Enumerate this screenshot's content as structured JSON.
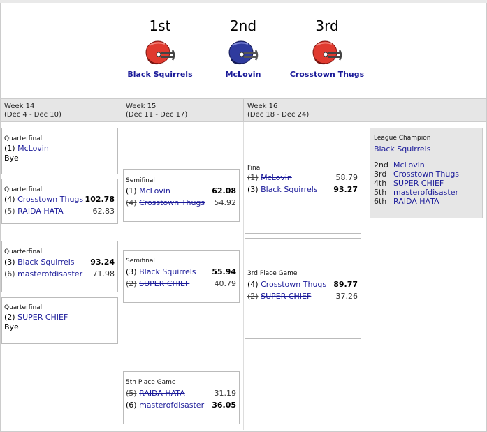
{
  "podium": [
    {
      "place": "1st",
      "team": "Black Squirrels",
      "helmet_color": "#e03a2f",
      "helmet_icon": "football-helmet-icon"
    },
    {
      "place": "2nd",
      "team": "McLovin",
      "helmet_color": "#2f3b9e",
      "helmet_icon": "football-helmet-icon"
    },
    {
      "place": "3rd",
      "team": "Crosstown Thugs",
      "helmet_color": "#e03a2f",
      "helmet_icon": "football-helmet-icon"
    }
  ],
  "weeks": [
    {
      "label": "Week 14",
      "dates": "(Dec 4 - Dec 10)"
    },
    {
      "label": "Week 15",
      "dates": "(Dec 11 - Dec 17)"
    },
    {
      "label": "Week 16",
      "dates": "(Dec 18 - Dec 24)"
    }
  ],
  "games": {
    "qf1": {
      "title": "Quarterfinal",
      "a_seed": "(1)",
      "a_team": "McLovin",
      "bye": "Bye"
    },
    "qf2": {
      "title": "Quarterfinal",
      "a_seed": "(4)",
      "a_team": "Crosstown Thugs",
      "a_score": "102.78",
      "b_seed": "(5)",
      "b_team": "RAIDA HATA",
      "b_score": "62.83"
    },
    "qf3": {
      "title": "Quarterfinal",
      "a_seed": "(3)",
      "a_team": "Black Squirrels",
      "a_score": "93.24",
      "b_seed": "(6)",
      "b_team": "masterofdisaster",
      "b_score": "71.98"
    },
    "qf4": {
      "title": "Quarterfinal",
      "a_seed": "(2)",
      "a_team": "SUPER CHIEF",
      "bye": "Bye"
    },
    "sf1": {
      "title": "Semifinal",
      "a_seed": "(1)",
      "a_team": "McLovin",
      "a_score": "62.08",
      "b_seed": "(4)",
      "b_team": "Crosstown Thugs",
      "b_score": "54.92"
    },
    "sf2": {
      "title": "Semifinal",
      "a_seed": "(3)",
      "a_team": "Black Squirrels",
      "a_score": "55.94",
      "b_seed": "(2)",
      "b_team": "SUPER CHIEF",
      "b_score": "40.79"
    },
    "fifth": {
      "title": "5th Place Game",
      "a_seed": "(5)",
      "a_team": "RAIDA HATA",
      "a_score": "31.19",
      "b_seed": "(6)",
      "b_team": "masterofdisaster",
      "b_score": "36.05"
    },
    "final": {
      "title": "Final",
      "a_seed": "(1)",
      "a_team": "McLovin",
      "a_score": "58.79",
      "b_seed": "(3)",
      "b_team": "Black Squirrels",
      "b_score": "93.27"
    },
    "third": {
      "title": "3rd Place Game",
      "a_seed": "(4)",
      "a_team": "Crosstown Thugs",
      "a_score": "89.77",
      "b_seed": "(2)",
      "b_team": "SUPER CHIEF",
      "b_score": "37.26"
    }
  },
  "champion": {
    "title": "League Champion",
    "team": "Black Squirrels",
    "ranks": [
      {
        "rank": "2nd",
        "team": "McLovin"
      },
      {
        "rank": "3rd",
        "team": "Crosstown Thugs"
      },
      {
        "rank": "4th",
        "team": "SUPER CHIEF"
      },
      {
        "rank": "5th",
        "team": "masterofdisaster"
      },
      {
        "rank": "6th",
        "team": "RAIDA HATA"
      }
    ]
  }
}
